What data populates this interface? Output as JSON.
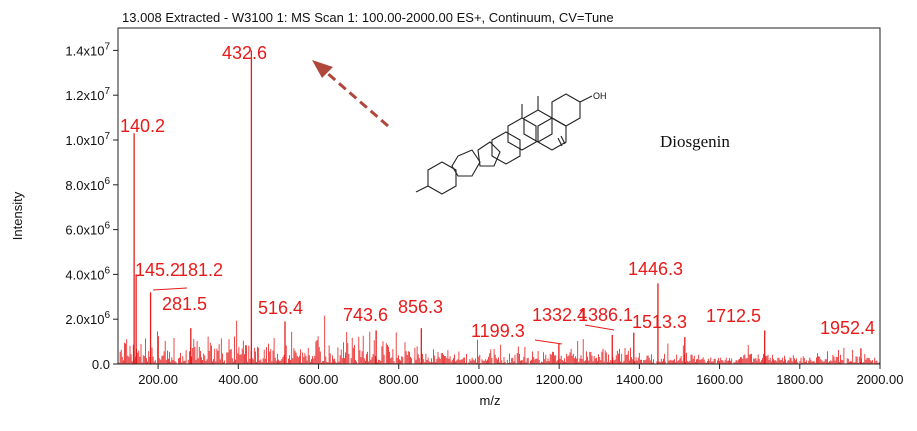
{
  "chart_data": {
    "type": "line",
    "title": "13.008 Extracted - W3100 1: MS Scan 1: 100.00-2000.00 ES+, Continuum, CV=Tune",
    "xlabel": "m/z",
    "ylabel": "Intensity",
    "xlim": [
      100,
      2000
    ],
    "ylim": [
      0,
      15000000
    ],
    "x_ticks": [
      200,
      400,
      600,
      800,
      1000,
      1200,
      1400,
      1600,
      1800,
      2000
    ],
    "x_tick_labels": [
      "200.00",
      "400.00",
      "600.00",
      "800.00",
      "1000.00",
      "1200.00",
      "1400.00",
      "1600.00",
      "1800.00",
      "2000.00"
    ],
    "y_ticks": [
      0,
      2000000,
      4000000,
      6000000,
      8000000,
      10000000,
      12000000,
      14000000
    ],
    "y_tick_labels": [
      {
        "base": "0.0",
        "exp": ""
      },
      {
        "base": "2.0x10",
        "exp": "6"
      },
      {
        "base": "4.0x10",
        "exp": "6"
      },
      {
        "base": "6.0x10",
        "exp": "6"
      },
      {
        "base": "8.0x10",
        "exp": "6"
      },
      {
        "base": "1.0x10",
        "exp": "7"
      },
      {
        "base": "1.2x10",
        "exp": "7"
      },
      {
        "base": "1.4x10",
        "exp": "7"
      }
    ],
    "grid": false,
    "line_color": "#e81a1a",
    "peaks": [
      {
        "mz": 140.2,
        "intensity": 10300000,
        "label": "140.2"
      },
      {
        "mz": 145.2,
        "intensity": 4000000,
        "label": "145.2"
      },
      {
        "mz": 181.2,
        "intensity": 3200000,
        "label": "181.2"
      },
      {
        "mz": 281.5,
        "intensity": 1600000,
        "label": "281.5"
      },
      {
        "mz": 432.6,
        "intensity": 14000000,
        "label": "432.6"
      },
      {
        "mz": 516.4,
        "intensity": 1900000,
        "label": "516.4"
      },
      {
        "mz": 743.6,
        "intensity": 1500000,
        "label": "743.6"
      },
      {
        "mz": 856.3,
        "intensity": 1600000,
        "label": "856.3"
      },
      {
        "mz": 1199.3,
        "intensity": 900000,
        "label": "1199.3"
      },
      {
        "mz": 1332.4,
        "intensity": 1300000,
        "label": "1332.4"
      },
      {
        "mz": 1386.1,
        "intensity": 1400000,
        "label": "1386.1"
      },
      {
        "mz": 1446.3,
        "intensity": 3600000,
        "label": "1446.3"
      },
      {
        "mz": 1513.3,
        "intensity": 1200000,
        "label": "1513.3"
      },
      {
        "mz": 1712.5,
        "intensity": 1500000,
        "label": "1712.5"
      },
      {
        "mz": 1952.4,
        "intensity": 700000,
        "label": "1952.4"
      }
    ],
    "annotations": [
      {
        "text": "Diosgenin",
        "type": "compound-name"
      },
      {
        "text": "OH",
        "type": "structure-label"
      }
    ]
  }
}
